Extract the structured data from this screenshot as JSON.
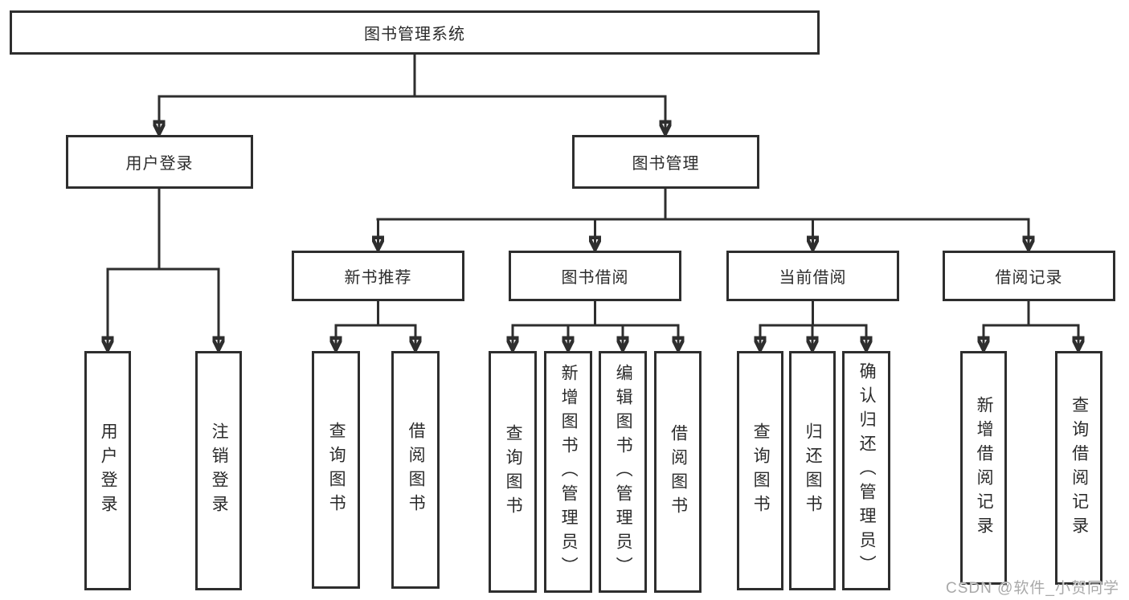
{
  "diagram": {
    "root": {
      "label": "图书管理系统"
    },
    "user_login": {
      "label": "用户登录",
      "children": [
        {
          "label": "用户登录"
        },
        {
          "label": "注销登录"
        }
      ]
    },
    "book_mgmt": {
      "label": "图书管理",
      "sections": [
        {
          "label": "新书推荐",
          "children": [
            {
              "label": "查询图书"
            },
            {
              "label": "借阅图书"
            }
          ]
        },
        {
          "label": "图书借阅",
          "children": [
            {
              "label": "查询图书"
            },
            {
              "label": "新增图书（管理员）"
            },
            {
              "label": "编辑图书（管理员）"
            },
            {
              "label": "借阅图书"
            }
          ]
        },
        {
          "label": "当前借阅",
          "children": [
            {
              "label": "查询图书"
            },
            {
              "label": "归还图书"
            },
            {
              "label": "确认归还（管理员）"
            }
          ]
        },
        {
          "label": "借阅记录",
          "children": [
            {
              "label": "新增借阅记录"
            },
            {
              "label": "查询借阅记录"
            }
          ]
        }
      ]
    },
    "watermark": "CSDN @软件_小贺同学",
    "colors": {
      "line": "#2e2e2e",
      "text": "#2b2b2b",
      "watermark": "#a9a9a9",
      "background": "#ffffff"
    }
  }
}
